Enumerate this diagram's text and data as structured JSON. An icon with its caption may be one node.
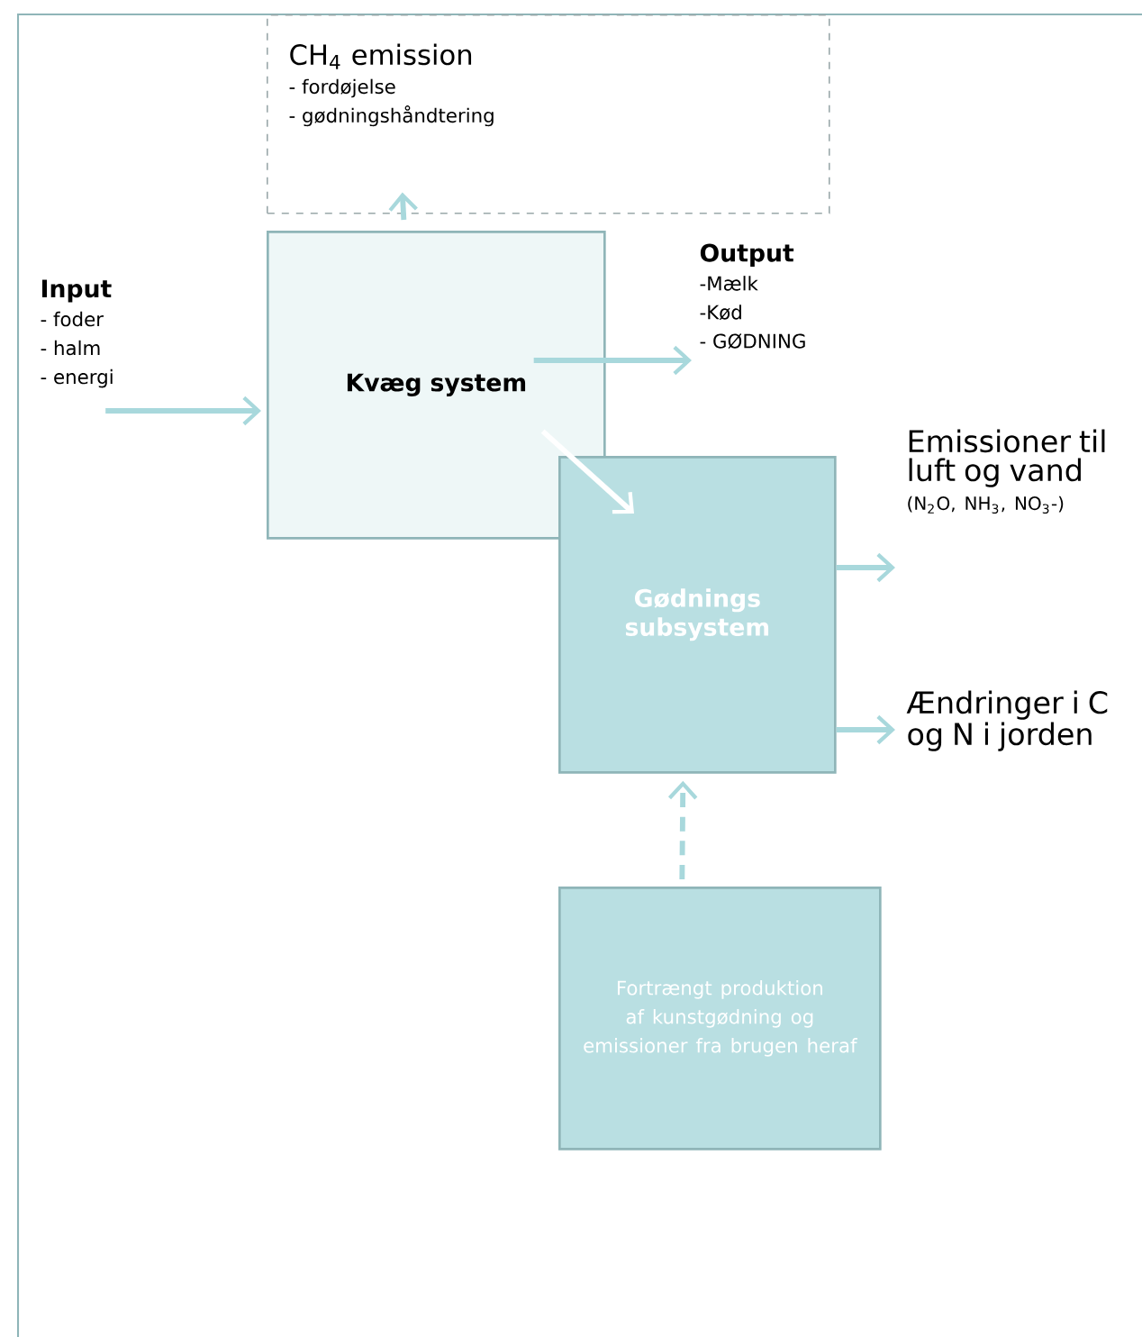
{
  "diagram": {
    "nodes": [
      {
        "text": [
          "CH$_{4}$ emission",
          "- fordøjelse",
          "- gødningshåndtering"
        ]
      },
      {
        "text": [
          "Input",
          "- foder",
          "- halm",
          "- energi"
        ]
      },
      {
        "text": [
          "Kvæg system"
        ]
      },
      {
        "text": [
          "Output",
          "-Mælk",
          "-Kød",
          "- GØDNING"
        ]
      },
      {
        "text": [
          "Gødnings subsystem"
        ]
      },
      {
        "text": [
          "Emissioner til luft og vand",
          "(N$_{2}$O, NH$_{3}$, NO$_{3}$-)"
        ]
      },
      {
        "text": [
          "Ændringer i C og N i jorden"
        ]
      },
      {
        "text": [
          "Fortrængt produktion af kunstgødning og emissioner fra brugen heraf"
        ]
      }
    ],
    "edges": [
      {
        "from": 2,
        "to": 0,
        "arrow": "to"
      },
      {
        "from": 1,
        "to": 2,
        "arrow": "to"
      },
      {
        "from": 2,
        "to": 3,
        "arrow": "to"
      },
      {
        "from": 2,
        "to": 4,
        "arrow": "to",
        "color": "#ffffff"
      },
      {
        "from": 4,
        "to": 5,
        "arrow": "to"
      },
      {
        "from": 4,
        "to": 6,
        "arrow": "to"
      },
      {
        "from": 7,
        "to": 4,
        "arrow": "to",
        "style": "dashed"
      }
    ]
  }
}
